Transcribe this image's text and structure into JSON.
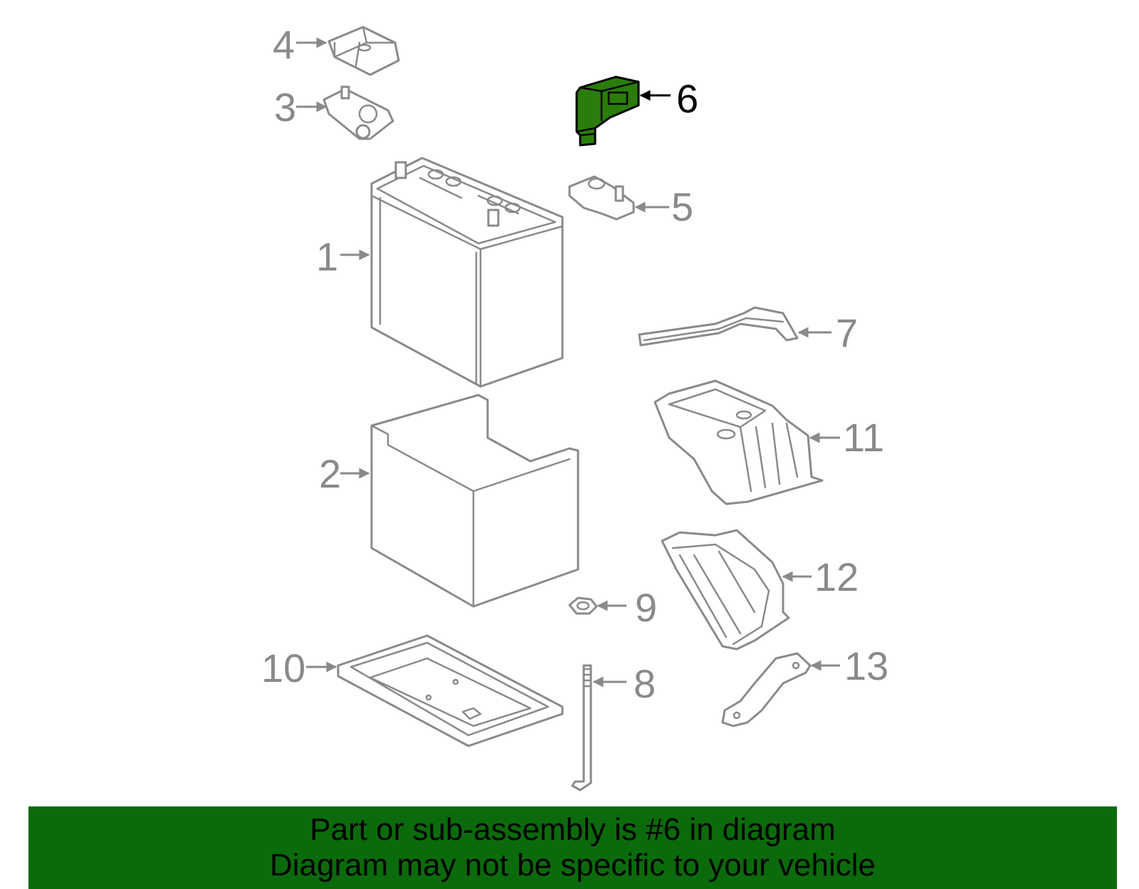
{
  "diagram": {
    "highlighted_part": "6",
    "highlight_color": "#2a7d0a",
    "callouts": [
      "1",
      "2",
      "3",
      "4",
      "5",
      "6",
      "7",
      "8",
      "9",
      "10",
      "11",
      "12",
      "13"
    ]
  },
  "banner": {
    "background_color": "#0b6a0b",
    "line1": "Part or sub-assembly is #6 in diagram",
    "line2": "Diagram may not be specific to your vehicle"
  }
}
